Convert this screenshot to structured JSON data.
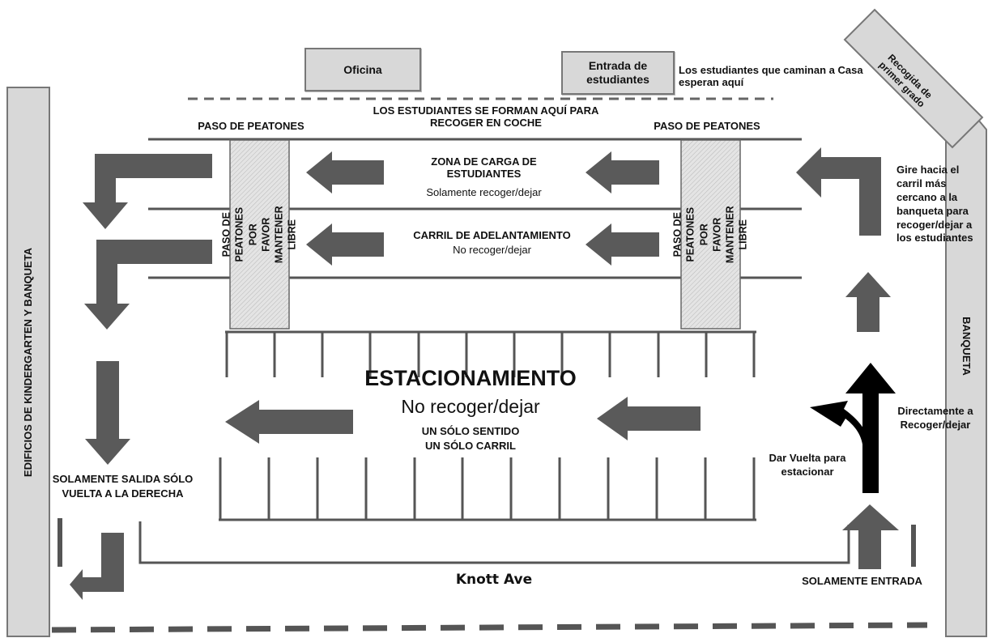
{
  "buildings": {
    "office": "Oficina",
    "student_entrance": "Entrada de estudiantes",
    "walkers_note": "Los estudiantes que caminan a Casa esperan aquí",
    "first_grade_pickup": "Recogida de primer grado",
    "kinder_building": "EDIFICIOS DE KINDERGARTEN Y BANQUETA",
    "sidewalk": "BANQUETA"
  },
  "crosswalk": {
    "left_title": "PASO DE PEATONES",
    "right_title": "PASO DE PEATONES",
    "vertical_text": "PASO DE PEATONES POR FAVOR MANTENER LIBRE"
  },
  "line_up": {
    "text": "LOS ESTUDIANTES SE FORMAN AQUÍ PARA RECOGER EN COCHE"
  },
  "lanes": {
    "loading_title": "ZONA DE CARGA DE ESTUDIANTES",
    "loading_sub": "Solamente recoger/dejar",
    "passing_title": "CARRIL DE ADELANTAMIENTO",
    "passing_sub": "No recoger/dejar"
  },
  "parking": {
    "title": "ESTACIONAMIENTO",
    "subtitle": "No recoger/dejar",
    "one_way": "UN SÓLO SENTIDO",
    "one_lane": "UN SÓLO CARRIL"
  },
  "directions": {
    "turn_nearest": "Gire hacia el carril más cercano a la banqueta para recoger/dejar a los estudiantes",
    "straight_to_pickup": "Directamente a Recoger/dejar",
    "turn_to_park": "Dar Vuelta para estacionar",
    "exit_only": "SOLAMENTE SALIDA SÓLO VUELTA A LA DERECHA",
    "entrance_only": "SOLAMENTE ENTRADA"
  },
  "street": {
    "name": "Knott Ave"
  },
  "colors": {
    "arrow_gray": "#5a5a5a",
    "arrow_black": "#000000",
    "box_fill": "#d8d8d8",
    "line": "#555555"
  }
}
